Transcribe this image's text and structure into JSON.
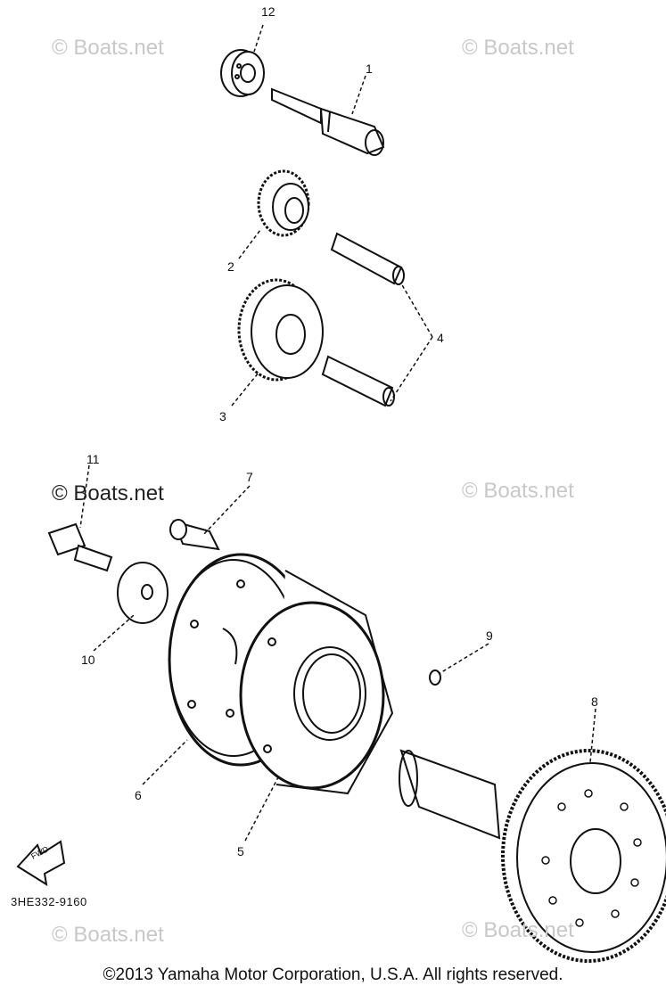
{
  "labels": [
    "12",
    "1",
    "2",
    "4",
    "3",
    "11",
    "7",
    "10",
    "9",
    "8",
    "6",
    "5"
  ],
  "fwd_label": "FWD",
  "diagram_code": "3HE332-9160",
  "watermarks": {
    "text": "© Boats.net",
    "dark_text": "© Boats.net"
  },
  "copyright": "©2013 Yamaha Motor Corporation, U.S.A. All rights reserved."
}
